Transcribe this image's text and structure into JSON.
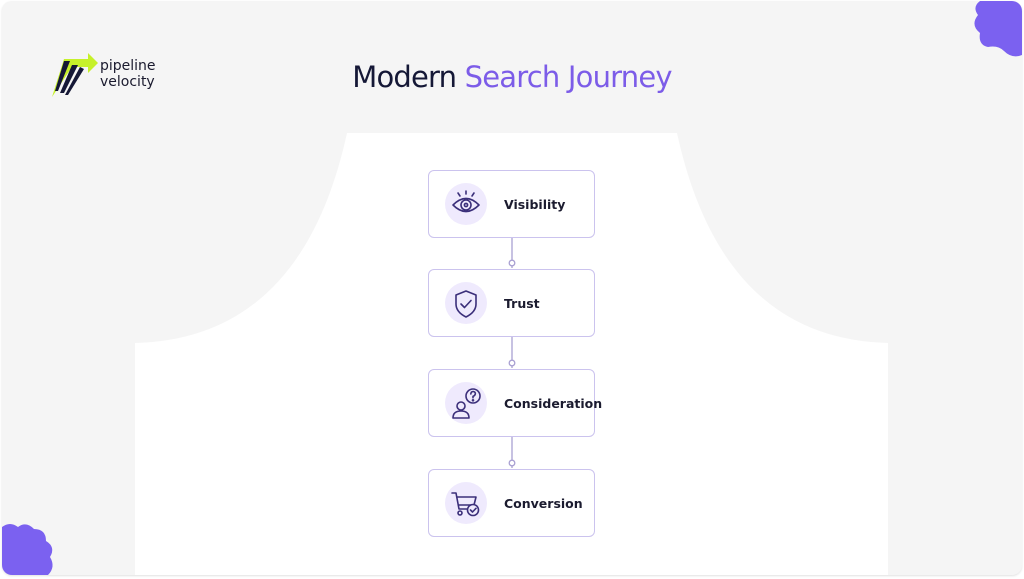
{
  "brand": {
    "line1": "pipeline",
    "line2": "velocity"
  },
  "title": {
    "part1": "Modern",
    "part2": "Search Journey"
  },
  "colors": {
    "accent": "#7c5ce8",
    "title_dark": "#151836",
    "card_border": "#cbc3ee",
    "icon_bg": "#efeafd",
    "logo_green": "#c6f12a",
    "corner_purple": "#7b61f0"
  },
  "journey": {
    "steps": [
      {
        "label": "Visibility",
        "icon": "eye-icon"
      },
      {
        "label": "Trust",
        "icon": "shield-check-icon"
      },
      {
        "label": "Consideration",
        "icon": "person-question-icon"
      },
      {
        "label": "Conversion",
        "icon": "cart-check-icon"
      }
    ]
  }
}
